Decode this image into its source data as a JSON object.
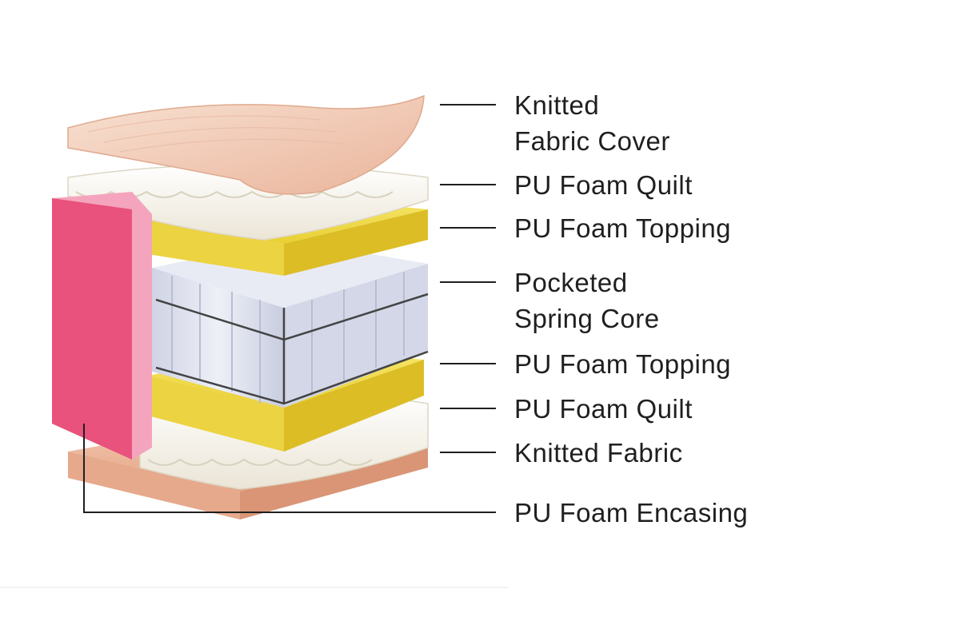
{
  "labels": [
    {
      "id": "knitted-fabric-cover",
      "lines": [
        "Knitted",
        "Fabric Cover"
      ]
    },
    {
      "id": "pu-foam-quilt-top",
      "lines": [
        "PU Foam Quilt"
      ]
    },
    {
      "id": "pu-foam-topping-top",
      "lines": [
        "PU Foam Topping"
      ]
    },
    {
      "id": "pocketed-spring-core",
      "lines": [
        "Pocketed",
        "Spring Core"
      ]
    },
    {
      "id": "pu-foam-topping-bottom",
      "lines": [
        "PU Foam Topping"
      ]
    },
    {
      "id": "pu-foam-quilt-bottom",
      "lines": [
        "PU Foam Quilt"
      ]
    },
    {
      "id": "knitted-fabric",
      "lines": [
        "Knitted Fabric"
      ]
    },
    {
      "id": "pu-foam-encasing",
      "lines": [
        "PU Foam Encasing"
      ]
    }
  ],
  "colors": {
    "cover": "#f2c9b4",
    "quilt": "#fbf7ee",
    "topping": "#f3df4e",
    "spring_core": "#dfe2ee",
    "encasing": "#e8527c",
    "base_fabric": "#f0b99c",
    "leader_line": "#1f1f1f"
  }
}
